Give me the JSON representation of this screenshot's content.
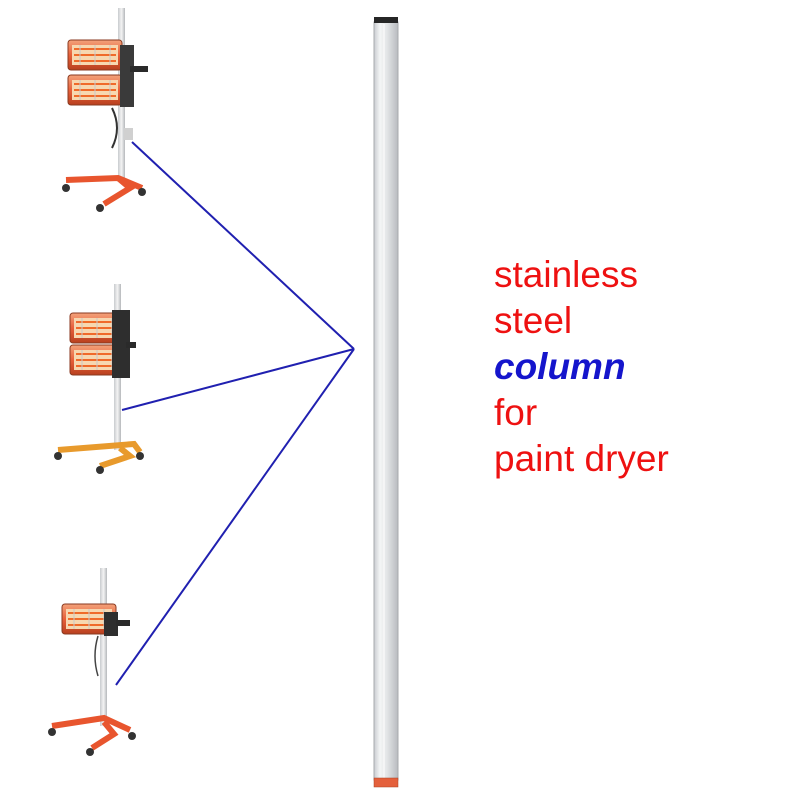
{
  "caption": {
    "lines": [
      {
        "text": "stainless",
        "emphasis": false
      },
      {
        "text": "steel",
        "emphasis": false
      },
      {
        "text": "column",
        "emphasis": true
      },
      {
        "text": "for",
        "emphasis": false
      },
      {
        "text": "paint dryer",
        "emphasis": false
      }
    ]
  },
  "colors": {
    "caption_text": "#ee1111",
    "caption_emphasis": "#1515cc",
    "connector_lines": "#2020b0",
    "stand_base": "#e8552e",
    "stand_base_alt": "#e89a2c",
    "lamp_housing": "#e8603a",
    "column_body": "#e6e8ea",
    "column_cap": "#e4603c"
  },
  "items": [
    {
      "name": "paint-dryer-double-lamp",
      "base_color": "stand_base"
    },
    {
      "name": "paint-dryer-double-lamp-alt",
      "base_color": "stand_base_alt"
    },
    {
      "name": "paint-dryer-single-lamp",
      "base_color": "stand_base"
    },
    {
      "name": "stainless-steel-column"
    }
  ]
}
